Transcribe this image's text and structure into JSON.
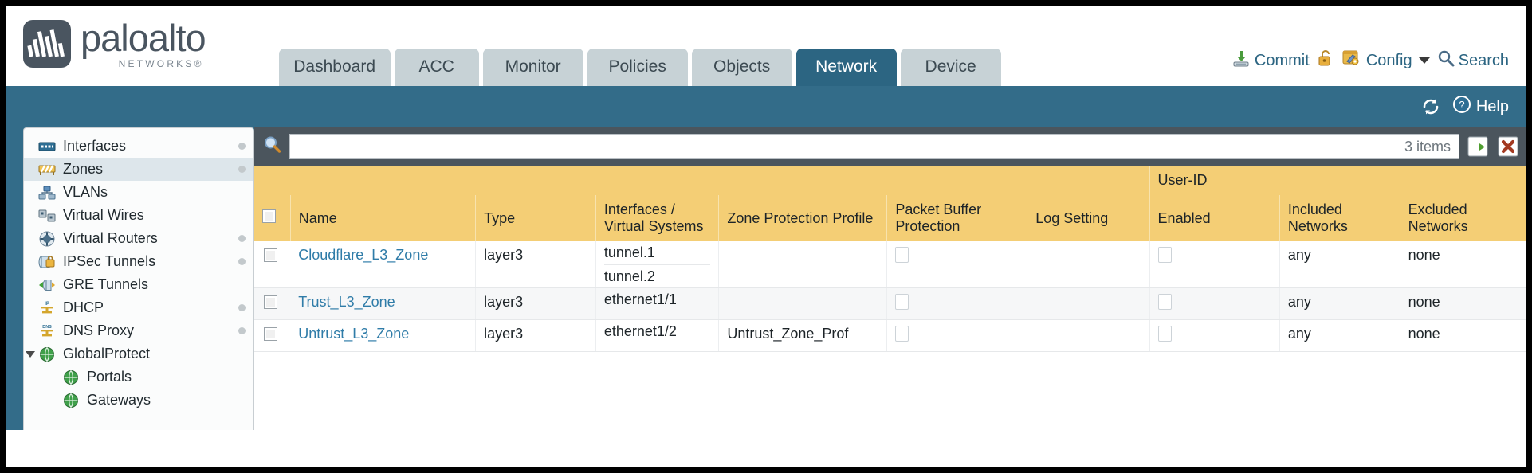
{
  "brand": {
    "name": "paloalto",
    "tagline": "NETWORKS",
    "registered": "®"
  },
  "nav": {
    "tabs": [
      {
        "label": "Dashboard",
        "active": false
      },
      {
        "label": "ACC",
        "active": false
      },
      {
        "label": "Monitor",
        "active": false
      },
      {
        "label": "Policies",
        "active": false
      },
      {
        "label": "Objects",
        "active": false
      },
      {
        "label": "Network",
        "active": true
      },
      {
        "label": "Device",
        "active": false
      }
    ]
  },
  "header_actions": {
    "commit": {
      "label": "Commit",
      "icon": "commit-download-icon"
    },
    "lock": {
      "label": "",
      "icon": "unlock-icon"
    },
    "config": {
      "label": "Config",
      "icon": "config-wrench-icon",
      "caret": "chevron-down-icon"
    },
    "search": {
      "label": "Search",
      "icon": "search-icon"
    }
  },
  "subbar": {
    "refresh": {
      "icon": "refresh-icon"
    },
    "help": {
      "label": "Help",
      "icon": "help-question-icon"
    }
  },
  "sidebar": {
    "items": [
      {
        "label": "Interfaces",
        "icon": "interfaces-icon",
        "selected": false,
        "dot": true,
        "indent": false,
        "twisty": false
      },
      {
        "label": "Zones",
        "icon": "zones-icon",
        "selected": true,
        "dot": true,
        "indent": false,
        "twisty": false
      },
      {
        "label": "VLANs",
        "icon": "vlans-icon",
        "selected": false,
        "dot": false,
        "indent": false,
        "twisty": false
      },
      {
        "label": "Virtual Wires",
        "icon": "virtual-wires-icon",
        "selected": false,
        "dot": false,
        "indent": false,
        "twisty": false
      },
      {
        "label": "Virtual Routers",
        "icon": "virtual-routers-icon",
        "selected": false,
        "dot": true,
        "indent": false,
        "twisty": false
      },
      {
        "label": "IPSec Tunnels",
        "icon": "ipsec-tunnels-icon",
        "selected": false,
        "dot": true,
        "indent": false,
        "twisty": false
      },
      {
        "label": "GRE Tunnels",
        "icon": "gre-tunnels-icon",
        "selected": false,
        "dot": false,
        "indent": false,
        "twisty": false
      },
      {
        "label": "DHCP",
        "icon": "dhcp-icon",
        "selected": false,
        "dot": true,
        "indent": false,
        "twisty": false
      },
      {
        "label": "DNS Proxy",
        "icon": "dns-proxy-icon",
        "selected": false,
        "dot": true,
        "indent": false,
        "twisty": false
      },
      {
        "label": "GlobalProtect",
        "icon": "globalprotect-icon",
        "selected": false,
        "dot": false,
        "indent": false,
        "twisty": true
      },
      {
        "label": "Portals",
        "icon": "portals-icon",
        "selected": false,
        "dot": false,
        "indent": true,
        "twisty": false
      },
      {
        "label": "Gateways",
        "icon": "gateways-icon",
        "selected": false,
        "dot": false,
        "indent": true,
        "twisty": false
      }
    ]
  },
  "search": {
    "value": "",
    "placeholder": "",
    "icon": "search-magnifier-icon",
    "items_count": "3 items",
    "apply_icon": "apply-arrow-icon",
    "clear_icon": "clear-x-icon"
  },
  "table": {
    "group_header": {
      "label": "User-ID",
      "span": 3
    },
    "columns": [
      {
        "key": "checkbox",
        "label": ""
      },
      {
        "key": "name",
        "label": "Name"
      },
      {
        "key": "type",
        "label": "Type"
      },
      {
        "key": "interfaces",
        "label": "Interfaces / Virtual Systems"
      },
      {
        "key": "zone_protection",
        "label": "Zone Protection Profile"
      },
      {
        "key": "packet_buffer",
        "label": "Packet Buffer Protection"
      },
      {
        "key": "log_setting",
        "label": "Log Setting"
      },
      {
        "key": "userid_enabled",
        "label": "Enabled"
      },
      {
        "key": "included_networks",
        "label": "Included Networks"
      },
      {
        "key": "excluded_networks",
        "label": "Excluded Networks"
      }
    ],
    "rows": [
      {
        "selected": false,
        "name": "Cloudflare_L3_Zone",
        "type": "layer3",
        "interfaces": [
          "tunnel.1",
          "tunnel.2"
        ],
        "zone_protection": "",
        "packet_buffer_checked": false,
        "log_setting": "",
        "userid_enabled_checked": false,
        "included_networks": "any",
        "excluded_networks": "none"
      },
      {
        "selected": false,
        "name": "Trust_L3_Zone",
        "type": "layer3",
        "interfaces": [
          "ethernet1/1"
        ],
        "zone_protection": "",
        "packet_buffer_checked": false,
        "log_setting": "",
        "userid_enabled_checked": false,
        "included_networks": "any",
        "excluded_networks": "none"
      },
      {
        "selected": false,
        "name": "Untrust_L3_Zone",
        "type": "layer3",
        "interfaces": [
          "ethernet1/2"
        ],
        "zone_protection": "Untrust_Zone_Prof",
        "packet_buffer_checked": false,
        "log_setting": "",
        "userid_enabled_checked": false,
        "included_networks": "any",
        "excluded_networks": "none"
      }
    ]
  },
  "colors": {
    "brand_slate": "#4a5560",
    "tab_active": "#2c6582",
    "tab_inactive": "#c7d2d6",
    "band_teal": "#336c89",
    "panel_dark": "#4b555d",
    "header_gold": "#f4ce75",
    "group_gold": "#e0ae44",
    "link_blue": "#2f7ca8"
  }
}
